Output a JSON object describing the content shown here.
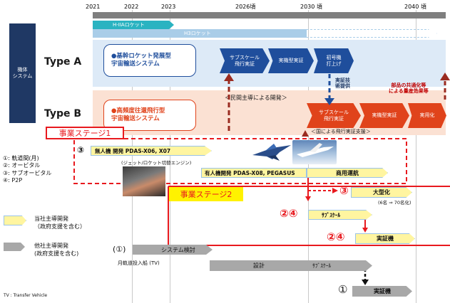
{
  "timeline": {
    "years": [
      "2021",
      "2022",
      "2023",
      "2026頃",
      "2030 頃",
      "2040 頃"
    ]
  },
  "programs": {
    "h2a": "H-IIAロケット",
    "h3": "H3ロケット"
  },
  "vehicle_system": {
    "label_line1": "機体",
    "label_line2": "システム"
  },
  "type_a": {
    "label": "Type A",
    "system_line1": "●基幹ロケット発展型",
    "system_line2": "宇宙輸送システム",
    "steps": [
      {
        "line1": "サブスケール",
        "line2": "飛行実証"
      },
      {
        "line1": "実機型実証",
        "line2": ""
      },
      {
        "line1": "初号機",
        "line2": "打上げ"
      }
    ],
    "tech_transfer_line1": "実証技",
    "tech_transfer_line2": "術提供",
    "commonality_line1": "部品の共通化等",
    "commonality_line2": "による量産効果等"
  },
  "type_b": {
    "label": "Type B",
    "system_line1": "●高頻度往還飛行型",
    "system_line2": "宇宙輸送システム",
    "private_dev": "＜民間主導による開発＞",
    "steps": [
      {
        "line1": "サブスケール",
        "line2": "飛行実証"
      },
      {
        "line1": "実機型実証",
        "line2": ""
      },
      {
        "line1": "実用化",
        "line2": ""
      }
    ],
    "national_support": "＜国による飛行実証支援＞"
  },
  "stage1": {
    "label": "事業ステージ1"
  },
  "stage2": {
    "label": "事業ステージ2"
  },
  "legend_numbers": [
    "①: 軌道間(月)",
    "②: オービタル",
    "③: サブオービタル",
    "④: P2P"
  ],
  "legend_bars": {
    "company_line1": "当社主導開発",
    "company_line2": "（政府支援を含む）",
    "other_line1": "他社主導開発",
    "other_line2": "(政府支援を含む)"
  },
  "rows": {
    "unmanned": "無人機 開発 PDAS-X06, X07",
    "unmanned_note": "(ジェット/ロケット切替エンジン)",
    "manned": "有人機開発 PDAS-X08, PEGASUS",
    "commercial": "商用運航",
    "scale_up": "大型化",
    "scale_up_note": "(6名 ⇒ 70名化)",
    "subscale_company": "ｻﾌﾞｽｹｰﾙ",
    "demo_1": "実証機",
    "system_study": "システム検討",
    "lunar_tv": "月軌道投入船 (TV)",
    "design": "設計",
    "subscale_other": "ｻﾌﾞｽｹｰﾙ",
    "demo_2": "実証機"
  },
  "badges": {
    "three_top": "③",
    "three_row": "③",
    "two_four_a": "②④",
    "two_four_b": "②④",
    "one_paren": "(①)",
    "one_bottom": "①"
  },
  "footnote": "TV : Transfer Vehicle",
  "colors": {
    "type_a_band": "#ddeaf7",
    "type_b_band": "#fbe1d3",
    "chevron_a": "#1f4e9c",
    "chevron_b": "#e0431b",
    "accent_red": "#e8191e",
    "dark_red": "#9a2b20",
    "company_bar": "#fff5a0",
    "other_bar": "#a8a8a8",
    "h2a_bar": "#2ab3c1",
    "h3_bar": "#a9cde8",
    "navy_box": "#1f3864"
  }
}
